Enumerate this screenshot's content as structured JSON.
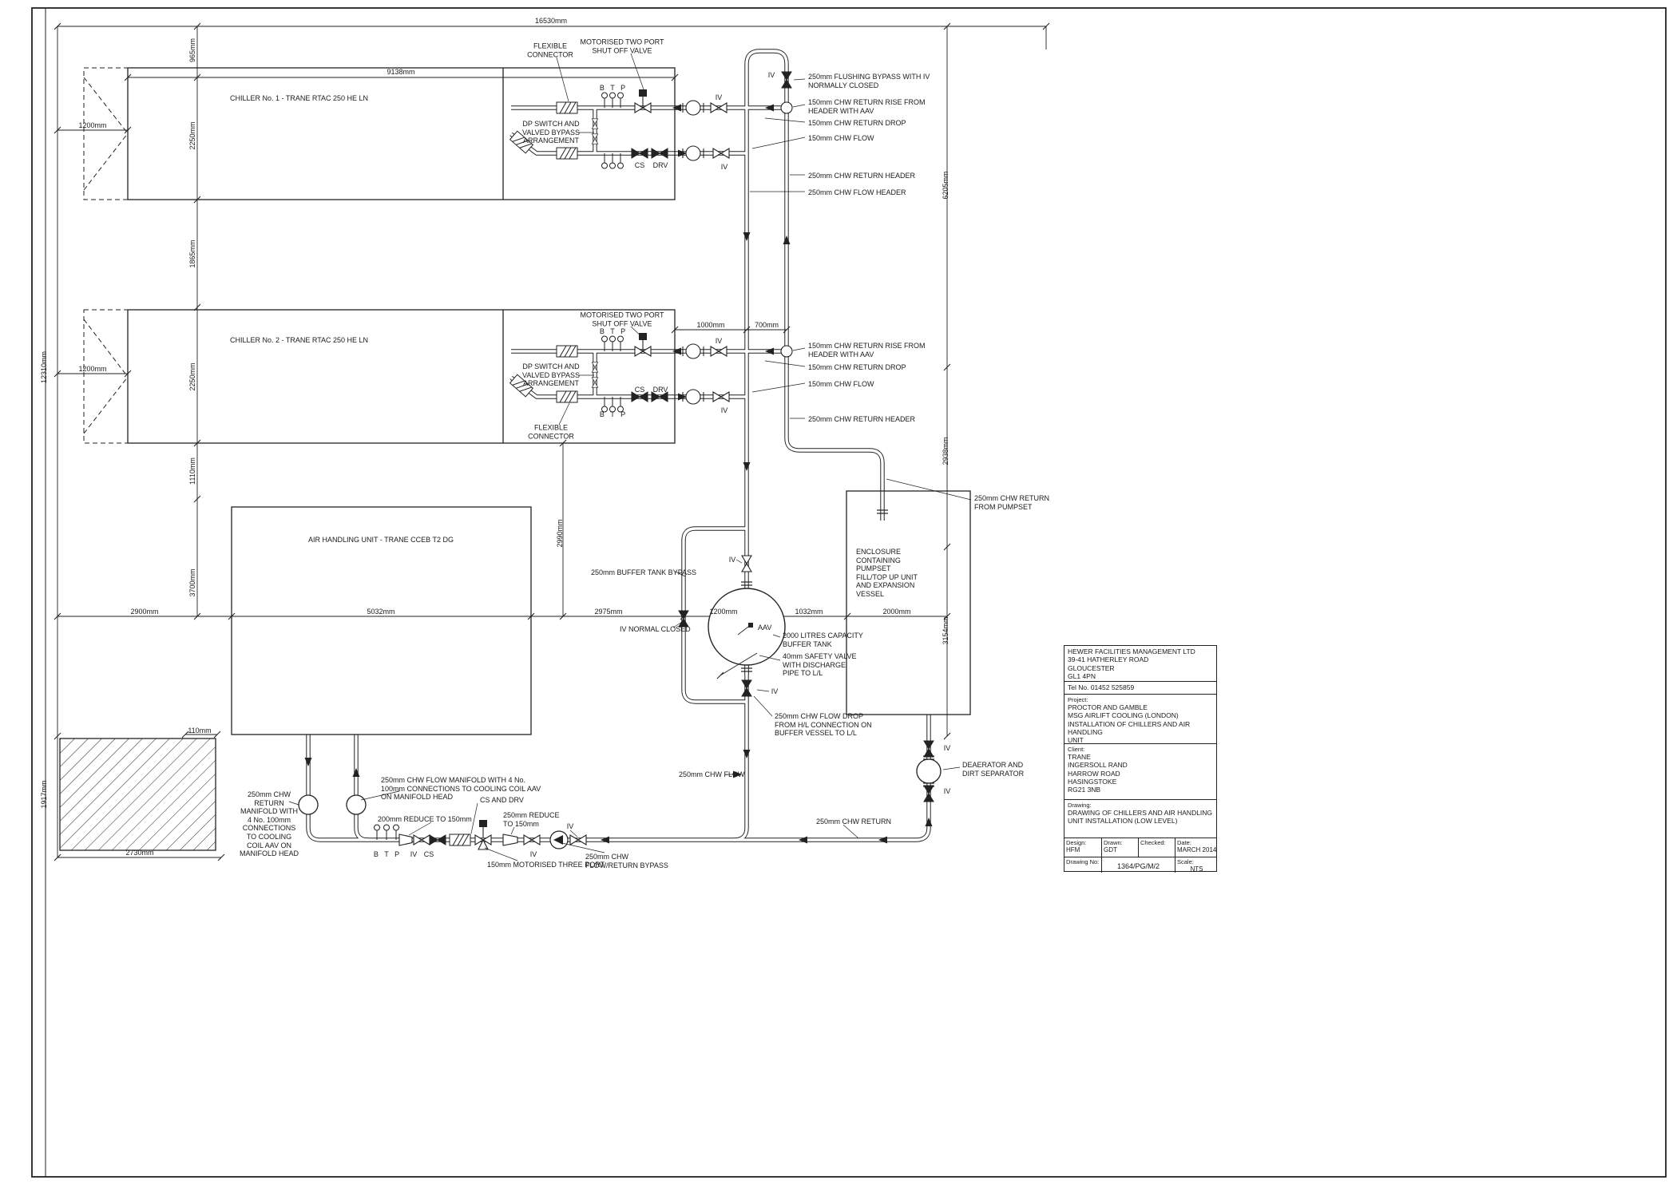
{
  "equipment": {
    "chiller1": "CHILLER No. 1 - TRANE RTAC 250 HE LN",
    "chiller2": "CHILLER No. 2 - TRANE RTAC 250 HE LN",
    "ahu": "AIR HANDLING UNIT - TRANE CCEB T2 DG",
    "enclosure": "ENCLOSURE\nCONTAINING\nPUMPSET\nFILL/TOP UP UNIT\nAND EXPANSION\nVESSEL",
    "buffer_tank": "2000 LITRES CAPACITY\nBUFFER TANK",
    "deaerator": "DEAERATOR AND\nDIRT SEPARATOR"
  },
  "pipe_labels": {
    "flex_connector": "FLEXIBLE\nCONNECTOR",
    "motorised_two_port": "MOTORISED TWO PORT\nSHUT OFF VALVE",
    "flushing_bypass": "250mm FLUSHING BYPASS WITH IV\nNORMALLY CLOSED",
    "return_rise": "150mm CHW RETURN RISE FROM\nHEADER WITH AAV",
    "return_drop": "150mm CHW RETURN DROP",
    "flow_150": "150mm CHW FLOW",
    "dp_switch": "DP SWITCH AND\nVALVED BYPASS\nARRANGEMENT",
    "return_header": "250mm CHW RETURN HEADER",
    "flow_header": "250mm CHW FLOW HEADER",
    "return_from_pumpset": "250mm CHW RETURN\nFROM PUMPSET",
    "buffer_bypass": "250mm BUFFER TANK BYPASS",
    "iv_normal_closed": "IV NORMAL CLOSED",
    "safety_valve": "40mm SAFETY VALVE\nWITH DISCHARGE\nPIPE TO L/L",
    "flow_drop": "250mm CHW FLOW DROP\nFROM H/L CONNECTION ON\nBUFFER VESSEL TO L/L",
    "chw_flow_bottom": "250mm CHW FLOW",
    "chw_return_bottom": "250mm CHW RETURN",
    "return_manifold": "250mm CHW\nRETURN\nMANIFOLD WITH\n4 No. 100mm\nCONNECTIONS\nTO COOLING\nCOIL AAV ON\nMANIFOLD HEAD",
    "flow_manifold": "250mm CHW FLOW MANIFOLD WITH 4 No.\n100mm CONNECTIONS TO COOLING COIL AAV\nON MANIFOLD HEAD",
    "cs_and_drv": "CS AND DRV",
    "reduce_200": "200mm REDUCE TO 150mm",
    "reduce_250": "250mm REDUCE\nTO 150mm",
    "three_port": "150mm MOTORISED THREE PORT",
    "flow_return_bypass": "250mm CHW\nFLOW/RETURN BYPASS"
  },
  "tags": {
    "iv": "IV",
    "cs": "CS",
    "drv": "DRV",
    "btp": "B   T   P",
    "aav": "AAV"
  },
  "dimensions": {
    "d16530": "16530mm",
    "d9138": "9138mm",
    "d965": "965mm",
    "d2250": "2250mm",
    "d1200": "1200mm",
    "d1865": "1865mm",
    "d12310": "12310mm",
    "d1110": "1110mm",
    "d3700": "3700mm",
    "d6205": "6205mm",
    "d2938": "2938mm",
    "d3154": "3154mm",
    "d2990": "2990mm",
    "d1000": "1000mm",
    "d700": "700mm",
    "d2900": "2900mm",
    "d5032": "5032mm",
    "d2975": "2975mm",
    "d1200b": "1200mm",
    "d1032": "1032mm",
    "d2000": "2000mm",
    "d110": "110mm",
    "d1917": "1917mm",
    "d2730": "2730mm"
  },
  "title_block": {
    "company": "HEWER FACILITIES MANAGEMENT LTD\n39-41 HATHERLEY ROAD\nGLOUCESTER\nGL1 4PN",
    "tel": "Tel No. 01452 525859",
    "project_label": "Project:",
    "project": "PROCTOR AND GAMBLE\nMSG AIRLIFT COOLING (LONDON)\nINSTALLATION OF CHILLERS AND AIR HANDLING\nUNIT",
    "client_label": "Client:",
    "client": "TRANE\nINGERSOLL RAND\nHARROW ROAD\nHASINGSTOKE\nRG21 3NB",
    "drawing_label": "Drawing:",
    "drawing": "DRAWING OF CHILLERS AND AIR HANDLING\nUNIT INSTALLATION (LOW LEVEL)",
    "design_label": "Design:",
    "design": "HFM",
    "drawn_label": "Drawn:",
    "drawn": "GDT",
    "checked_label": "Checked:",
    "checked": "",
    "date_label": "Date:",
    "date": "MARCH 2014",
    "drawing_no_label": "Drawing No:",
    "drawing_no": "1364/PG/M/2",
    "scale_label": "Scale:",
    "scale": "NTS"
  }
}
